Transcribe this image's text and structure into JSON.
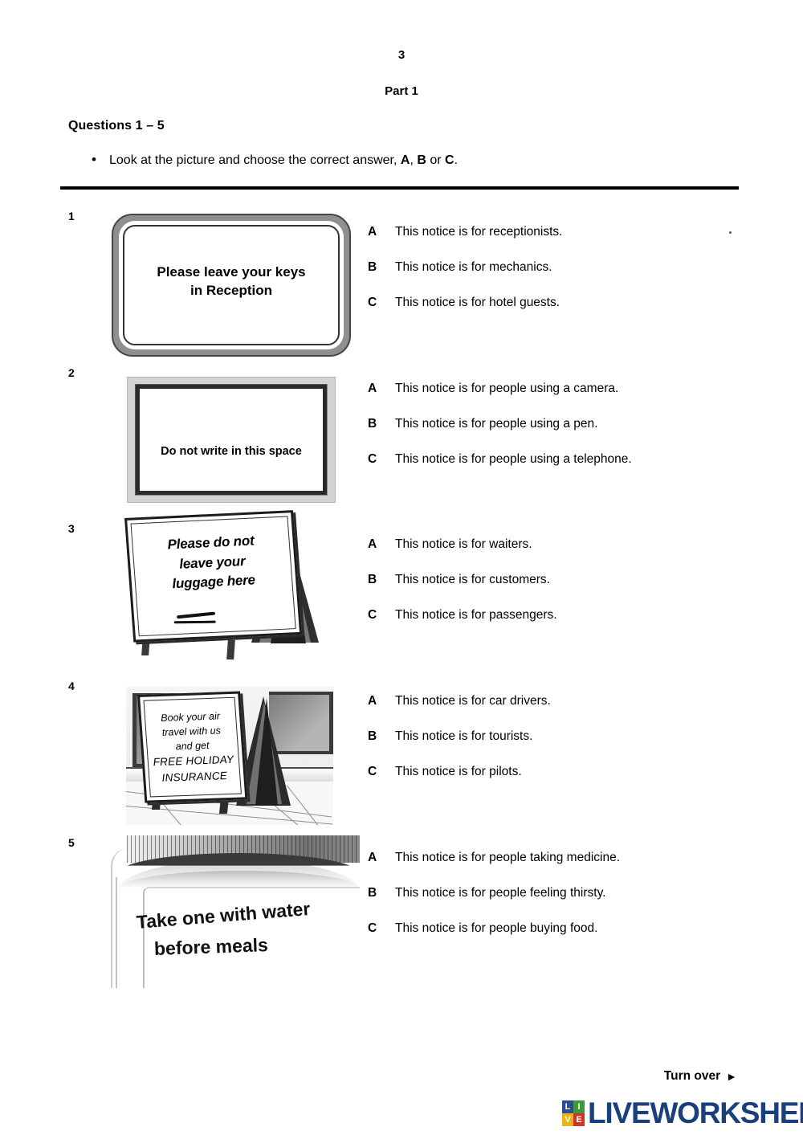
{
  "header": {
    "page_number": "3",
    "part_title": "Part 1",
    "questions_heading": "Questions 1 – 5",
    "instruction_bullet": "•",
    "instruction_prefix": "Look at the picture and choose the correct answer, ",
    "instruction_a": "A",
    "instruction_sep1": ", ",
    "instruction_b": "B",
    "instruction_sep2": " or ",
    "instruction_c": "C",
    "instruction_suffix": "."
  },
  "questions": [
    {
      "number": "1",
      "notice_line1": "Please leave your keys",
      "notice_line2": "in Reception",
      "options": [
        {
          "letter": "A",
          "text": "This notice is for receptionists."
        },
        {
          "letter": "B",
          "text": "This notice is for mechanics."
        },
        {
          "letter": "C",
          "text": "This notice is for hotel guests."
        }
      ]
    },
    {
      "number": "2",
      "notice_line1": "Do not write in this space",
      "options": [
        {
          "letter": "A",
          "text": "This notice is for people using a camera."
        },
        {
          "letter": "B",
          "text": "This notice is for people using a pen."
        },
        {
          "letter": "C",
          "text": "This notice is for people using a telephone."
        }
      ]
    },
    {
      "number": "3",
      "notice_line1": "Please do not",
      "notice_line2": "leave your",
      "notice_line3": "luggage here",
      "options": [
        {
          "letter": "A",
          "text": "This notice is for waiters."
        },
        {
          "letter": "B",
          "text": "This notice is for customers."
        },
        {
          "letter": "C",
          "text": "This notice is for passengers."
        }
      ]
    },
    {
      "number": "4",
      "notice_line1": "Book your air",
      "notice_line2": "travel with us",
      "notice_line3": "and get",
      "notice_line4": "FREE HOLIDAY",
      "notice_line5": "INSURANCE",
      "options": [
        {
          "letter": "A",
          "text": "This notice is for car drivers."
        },
        {
          "letter": "B",
          "text": "This notice is for tourists."
        },
        {
          "letter": "C",
          "text": "This notice is for pilots."
        }
      ]
    },
    {
      "number": "5",
      "notice_line1": "Take one with water",
      "notice_line2": "before meals",
      "options": [
        {
          "letter": "A",
          "text": "This notice is for people taking medicine."
        },
        {
          "letter": "B",
          "text": "This notice is for people feeling thirsty."
        },
        {
          "letter": "C",
          "text": "This notice is for people buying food."
        }
      ]
    }
  ],
  "footer": {
    "turn_over": "Turn over",
    "turn_arrow": "►",
    "logo_blocks": [
      "L",
      "I",
      "V",
      "E"
    ],
    "logo_word": "LIVEWORKSHEETS"
  }
}
